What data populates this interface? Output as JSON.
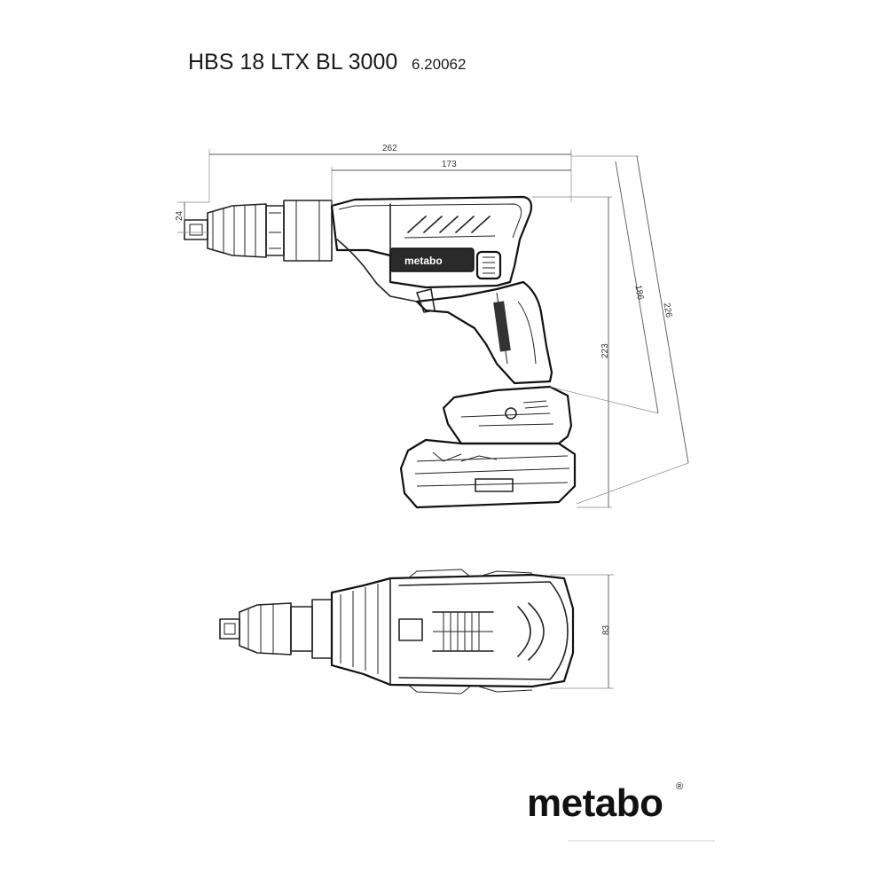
{
  "header": {
    "model": "HBS 18 LTX BL 3000",
    "article_number": "6.20062"
  },
  "dimensions": {
    "overall_length": "262",
    "body_length": "173",
    "nozzle_diameter": "24",
    "motor_height": "186",
    "total_height": "223",
    "diagonal": "226",
    "width": "83"
  },
  "labels": {
    "housing_brand": "metabo"
  },
  "footer": {
    "brand": "metabo",
    "registered_mark": "®"
  }
}
